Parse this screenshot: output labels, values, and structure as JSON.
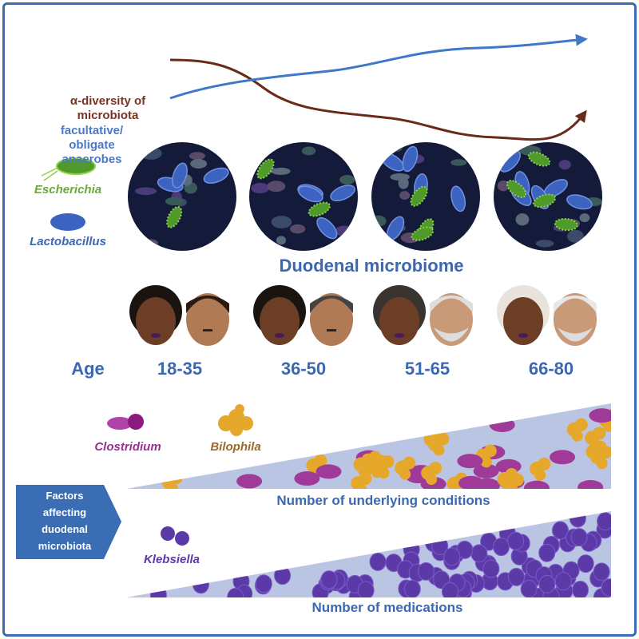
{
  "trend": {
    "alpha_diversity_label": "α-diversity of microbiota",
    "anaerobes_label_1": "facultative/",
    "anaerobes_label_2": "obligate",
    "anaerobes_label_3": "anaerobes",
    "alpha_color": "#7a3322",
    "anaerobes_color": "#4a79c8"
  },
  "legend_top": {
    "escherichia": "Escherichia",
    "lactobacillus": "Lactobacillus"
  },
  "microbiome_title": "Duodenal microbiome",
  "age": {
    "label": "Age",
    "groups": [
      "18-35",
      "36-50",
      "51-65",
      "66-80"
    ]
  },
  "factors": {
    "arrow_label_1": "Factors",
    "arrow_label_2": "affecting",
    "arrow_label_3": "duodenal",
    "arrow_label_4": "microbiota",
    "conditions": {
      "clostridium": "Clostridium",
      "bilophila": "Bilophila",
      "axis_label": "Number of underlying conditions"
    },
    "medications": {
      "klebsiella": "Klebsiella",
      "axis_label": "Number of medications"
    }
  }
}
